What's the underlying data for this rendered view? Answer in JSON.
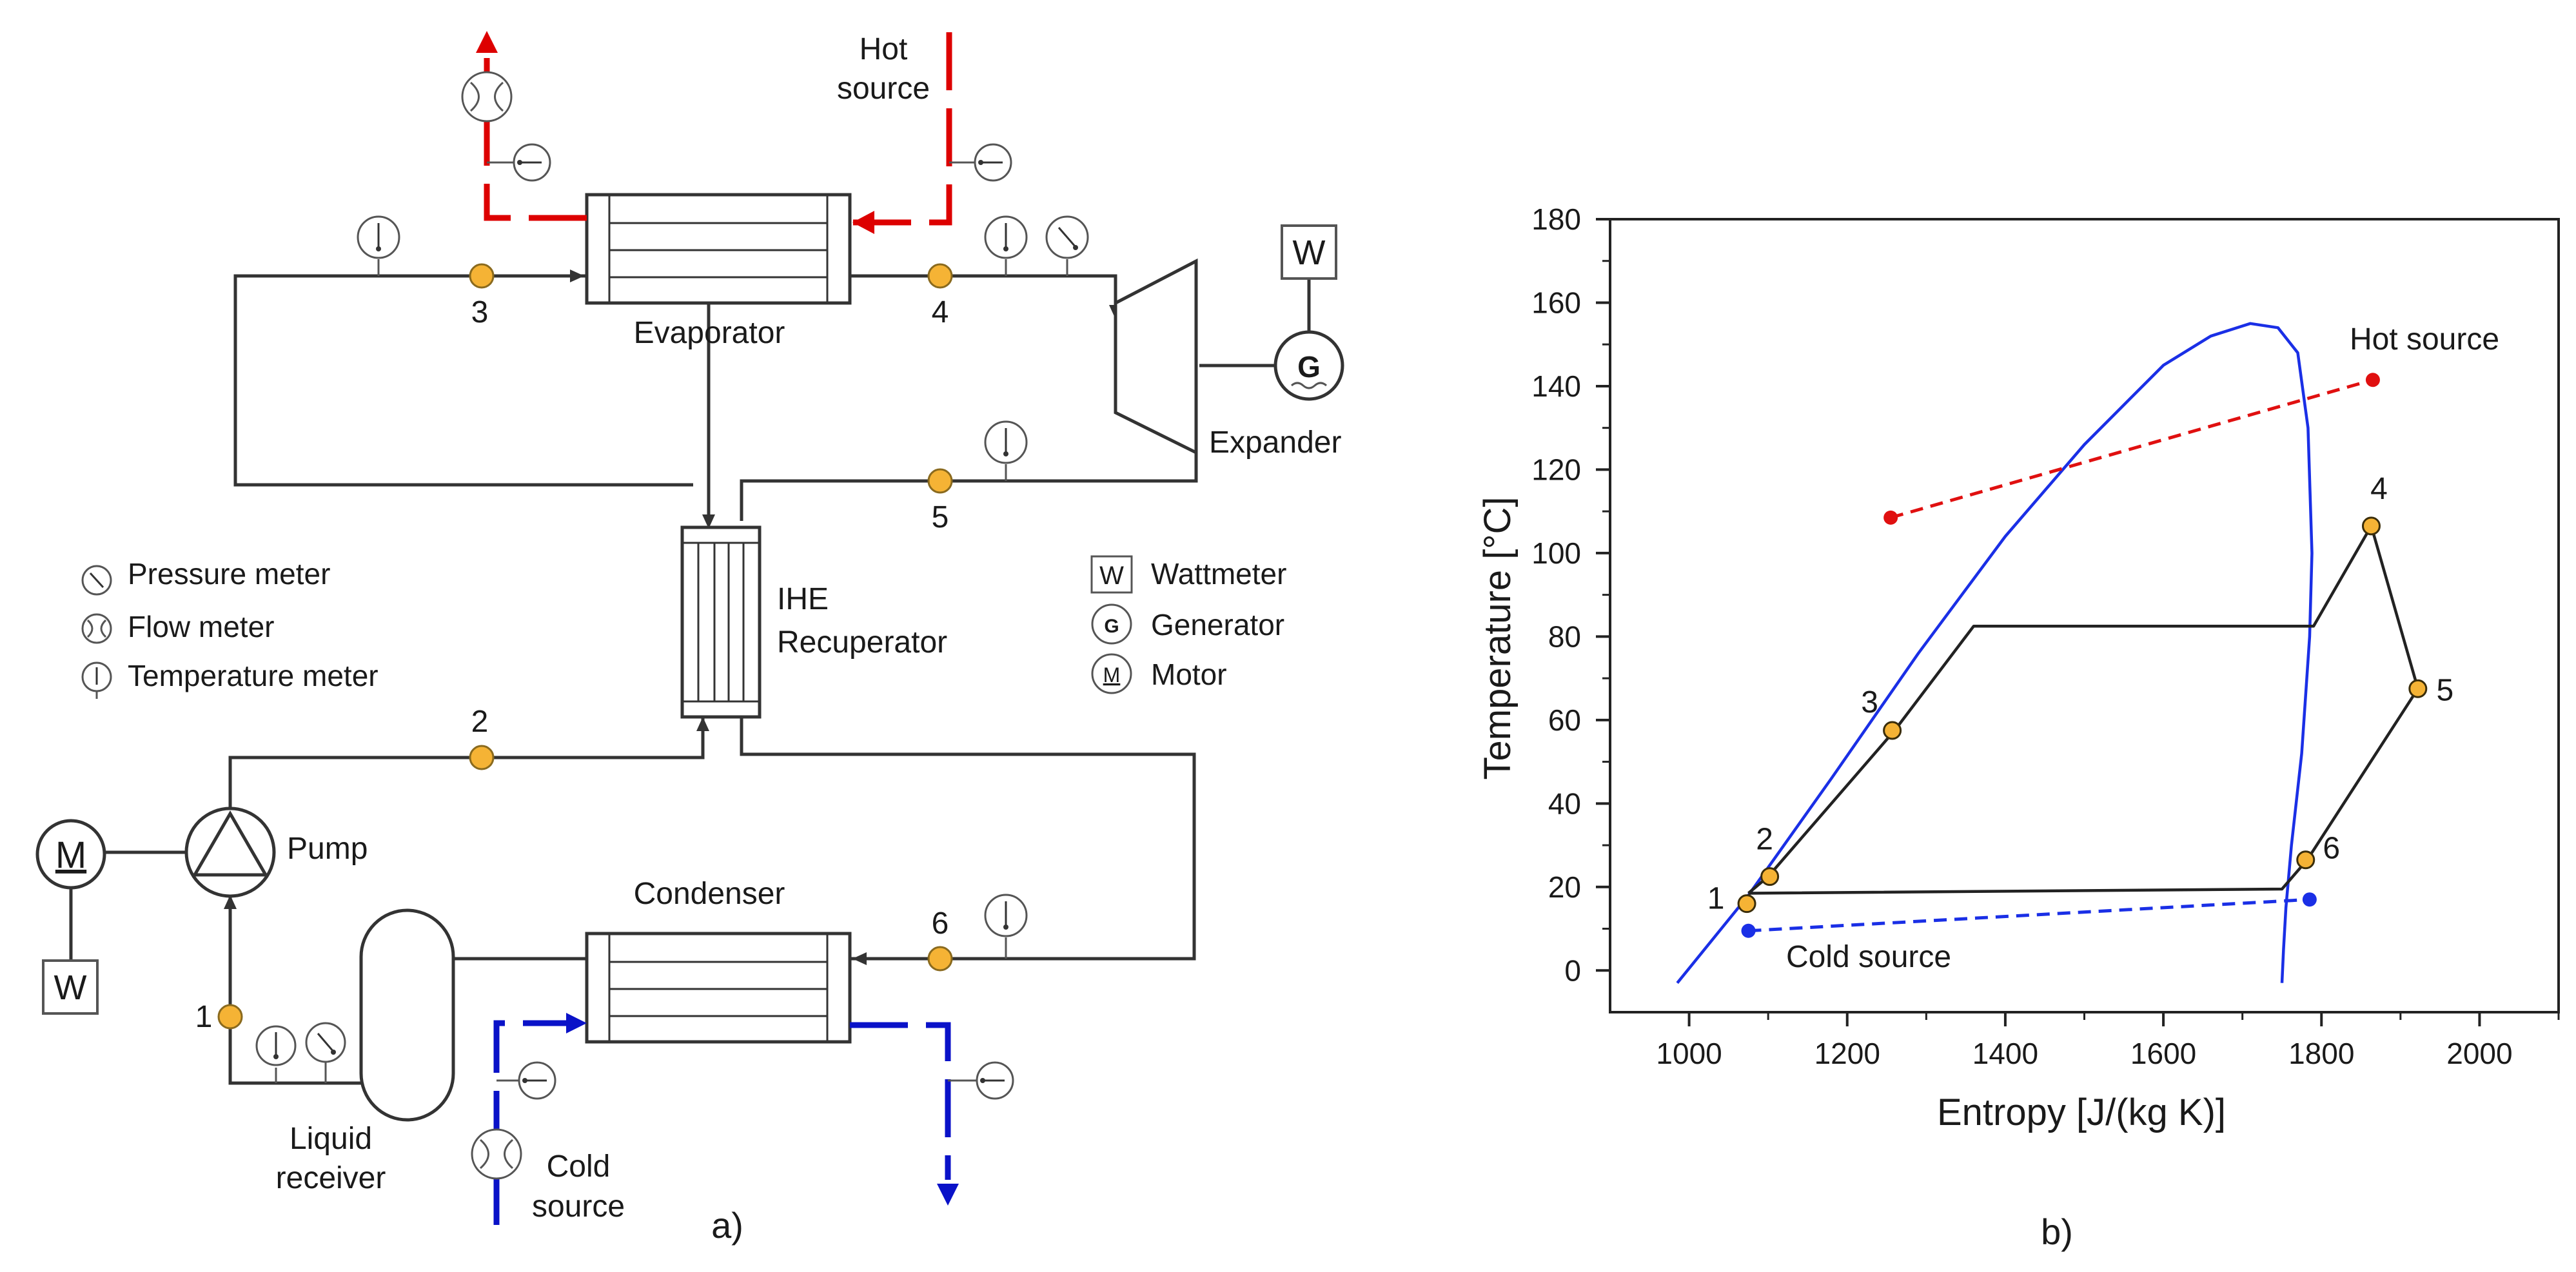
{
  "diagram": {
    "panel_label": "a)",
    "components": {
      "evaporator": "Evaporator",
      "expander": "Expander",
      "ihe_line1": "IHE",
      "ihe_line2": "Recuperator",
      "pump": "Pump",
      "condenser": "Condenser",
      "receiver_line1": "Liquid",
      "receiver_line2": "receiver",
      "hot_line1": "Hot",
      "hot_line2": "source",
      "cold_line1": "Cold",
      "cold_line2": "source",
      "wattmeter_symbol": "W",
      "generator_symbol": "G",
      "motor_symbol": "M"
    },
    "state_points": [
      "1",
      "2",
      "3",
      "4",
      "5",
      "6"
    ],
    "legend_left": [
      "Pressure meter",
      "Flow meter",
      "Temperature meter"
    ],
    "legend_right": [
      "Wattmeter",
      "Generator",
      "Motor"
    ],
    "colors": {
      "hot": "#dd0000",
      "cold": "#0a12c8",
      "node": "#f5b335"
    }
  },
  "chart": {
    "panel_label": "b)",
    "xlabel": "Entropy [J/(kg K)]",
    "ylabel": "Temperature [°C]",
    "xticks": [
      "1000",
      "1200",
      "1400",
      "1600",
      "1800",
      "2000"
    ],
    "yticks": [
      "0",
      "20",
      "40",
      "60",
      "80",
      "100",
      "120",
      "140",
      "160",
      "180"
    ],
    "annotations": {
      "hot": "Hot source",
      "cold": "Cold source"
    }
  },
  "chart_data": {
    "type": "line",
    "xlabel": "Entropy [J/(kg K)]",
    "ylabel": "Temperature [°C]",
    "xlim": [
      900,
      2100
    ],
    "ylim": [
      -10,
      180
    ],
    "grid": false,
    "series": [
      {
        "color": "#1a2fe6",
        "style": "solid",
        "x": [
          985,
          1075,
          1180,
          1290,
          1400,
          1500,
          1600,
          1660,
          1710,
          1745,
          1770,
          1783,
          1788,
          1785,
          1775,
          1762,
          1755,
          1752,
          1750
        ],
        "y": [
          -3,
          18,
          46,
          76,
          104,
          126,
          145,
          152,
          155,
          154,
          148,
          130,
          100,
          80,
          52,
          30,
          15,
          5,
          -3
        ]
      },
      {
        "color": "#222222",
        "style": "solid",
        "x": [
          1075,
          1100,
          1260,
          1360,
          1790,
          1863,
          1922,
          1782,
          1750,
          1075
        ],
        "y": [
          18.5,
          22.5,
          57.5,
          82.5,
          82.5,
          106.5,
          67.5,
          26.5,
          19.5,
          18.5
        ]
      },
      {
        "name": "Hot source",
        "color": "#e01010",
        "style": "dashed",
        "x": [
          1255,
          1865
        ],
        "y": [
          108.5,
          141.5
        ]
      },
      {
        "name": "Cold source",
        "color": "#1a2fe6",
        "style": "dashed",
        "x": [
          1075,
          1785
        ],
        "y": [
          9.5,
          17
        ]
      }
    ],
    "points": [
      {
        "label": "1",
        "x": 1073,
        "y": 16
      },
      {
        "label": "2",
        "x": 1102,
        "y": 22.5
      },
      {
        "label": "3",
        "x": 1257,
        "y": 57.5
      },
      {
        "label": "4",
        "x": 1863,
        "y": 106.5
      },
      {
        "label": "5",
        "x": 1922,
        "y": 67.5
      },
      {
        "label": "6",
        "x": 1780,
        "y": 26.5
      }
    ],
    "markers": [
      {
        "series": "Hot source",
        "color": "#e01010",
        "x": [
          1255,
          1865
        ],
        "y": [
          108.5,
          141.5
        ]
      },
      {
        "series": "Cold source",
        "color": "#1a2fe6",
        "x": [
          1075,
          1785
        ],
        "y": [
          9.5,
          17
        ]
      }
    ]
  }
}
